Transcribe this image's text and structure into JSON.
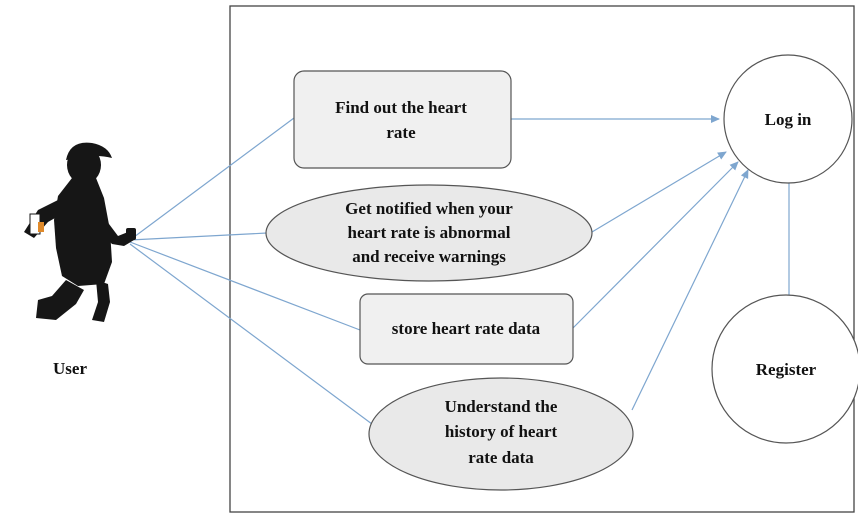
{
  "actor": {
    "name": "User",
    "icon": "running-person-icon"
  },
  "use_cases": {
    "find_heart_rate": [
      "Find out the heart",
      "rate"
    ],
    "notify_abnormal": [
      "Get notified when your",
      "heart rate is abnormal",
      "and receive warnings"
    ],
    "store_data": [
      "store heart rate data"
    ],
    "history": [
      "Understand the",
      "history of heart",
      "rate data"
    ],
    "login": [
      "Log in"
    ],
    "register": [
      "Register"
    ]
  },
  "colors": {
    "box_fill": "#f0f0f0",
    "ellipse_fill": "#e9e9e9",
    "outline": "#555555",
    "connector": "#7ea6cf",
    "silhouette": "#161616"
  }
}
